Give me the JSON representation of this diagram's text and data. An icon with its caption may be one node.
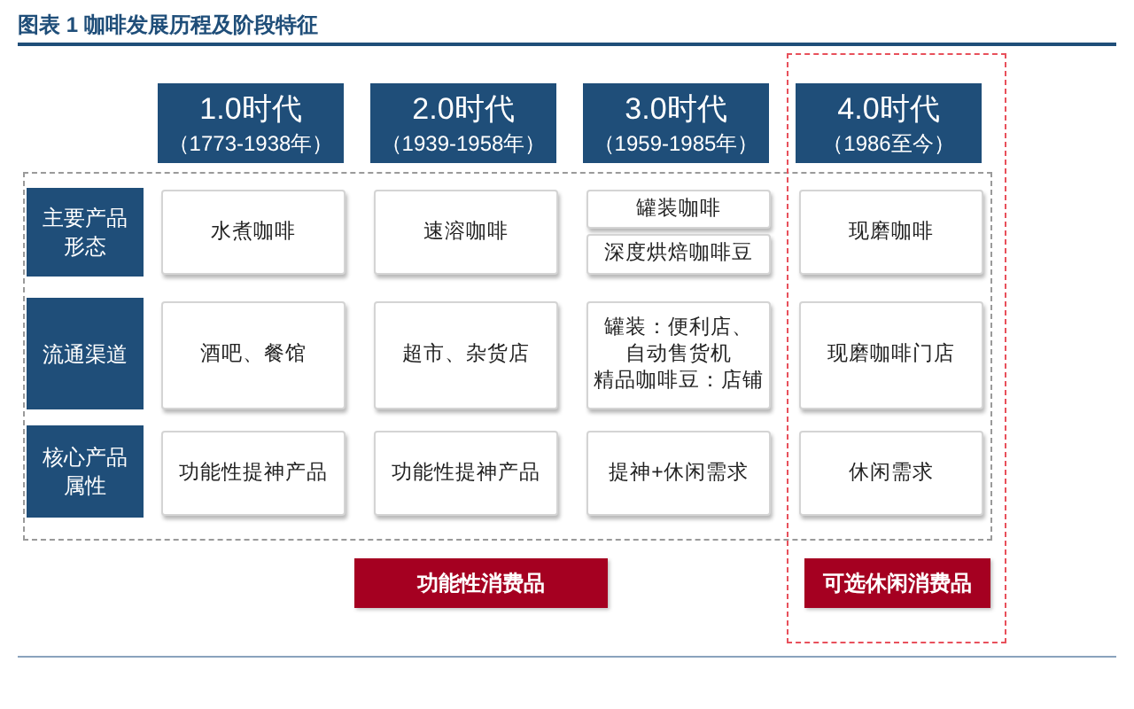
{
  "diagram": {
    "title": "图表 1 咖啡发展历程及阶段特征",
    "nodes": [
      {
        "text": [
          "1.0时代",
          "（1773-1938年）"
        ]
      },
      {
        "text": [
          "2.0时代",
          "（1939-1958年）"
        ]
      },
      {
        "text": [
          "3.0时代",
          "（1959-1985年）"
        ]
      },
      {
        "text": [
          "4.0时代",
          "（1986至今）"
        ]
      },
      {
        "text": [
          "主要产品形态"
        ]
      },
      {
        "text": [
          "水煮咖啡"
        ]
      },
      {
        "text": [
          "速溶咖啡"
        ]
      },
      {
        "text": [
          "罐装咖啡"
        ]
      },
      {
        "text": [
          "深度烘焙咖啡豆"
        ]
      },
      {
        "text": [
          "现磨咖啡"
        ]
      },
      {
        "text": [
          "流通渠道"
        ]
      },
      {
        "text": [
          "酒吧、餐馆"
        ]
      },
      {
        "text": [
          "超市、杂货店"
        ]
      },
      {
        "text": [
          "罐装：便利店、自动售货机",
          "精品咖啡豆：店铺"
        ]
      },
      {
        "text": [
          "现磨咖啡门店"
        ]
      },
      {
        "text": [
          "核心产品属性"
        ]
      },
      {
        "text": [
          "功能性提神产品"
        ]
      },
      {
        "text": [
          "功能性提神产品"
        ]
      },
      {
        "text": [
          "提神+休闲需求"
        ]
      },
      {
        "text": [
          "休闲需求"
        ]
      },
      {
        "text": [
          "功能性消费品"
        ]
      },
      {
        "text": [
          "可选休闲消费品"
        ]
      }
    ]
  }
}
